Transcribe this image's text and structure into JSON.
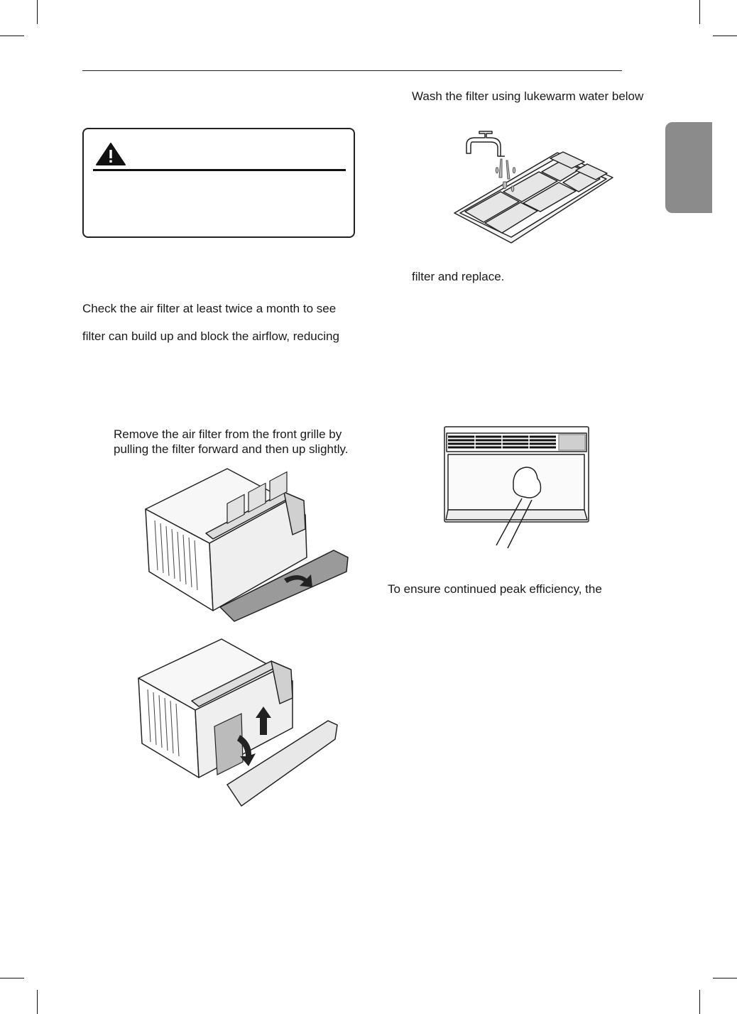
{
  "warning": {
    "icon": "warning-triangle-icon"
  },
  "left_column": {
    "paragraph": [
      "Check the air filter at least twice a month to see",
      "filter can build up and block the airflow, reducing"
    ],
    "step_text": [
      "Remove the air filter from the front grille by",
      "pulling the filter forward and then up slightly."
    ]
  },
  "right_column": {
    "wash_text": "Wash the filter using lukewarm water below",
    "replace_text": "filter and replace.",
    "efficiency_text": "To ensure continued peak efficiency, the"
  },
  "colors": {
    "tab": "#8b8b8b",
    "ink": "#1a1a1a"
  }
}
